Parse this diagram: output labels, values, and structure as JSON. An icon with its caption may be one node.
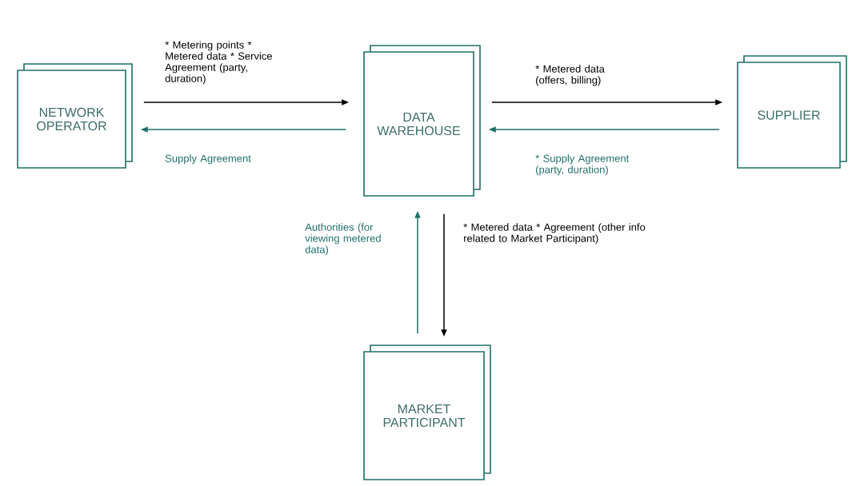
{
  "diagram": {
    "nodes": [
      {
        "text": [
          "NETWORK OPERATOR"
        ]
      },
      {
        "text": [
          "DATA WAREHOUSE"
        ]
      },
      {
        "text": [
          "SUPPLIER"
        ]
      },
      {
        "text": [
          "MARKET PARTICIPANT"
        ]
      }
    ],
    "edges": [
      {
        "from": 0,
        "to": 1,
        "arrow": "to",
        "label": "* Metering points * Metered data * Service Agreement (party, duration)"
      },
      {
        "from": 1,
        "to": 0,
        "arrow": "to",
        "label": "Supply Agreement",
        "color": "#1f6f68"
      },
      {
        "from": 1,
        "to": 2,
        "arrow": "to",
        "label": "* Metered data (offers, billing)"
      },
      {
        "from": 2,
        "to": 1,
        "arrow": "to",
        "label": "* Supply Agreement (party, duration)",
        "color": "#1f6f68"
      },
      {
        "from": 1,
        "to": 3,
        "arrow": "to",
        "label": "* Metered data * Agreement (other info related to Market Participant)"
      },
      {
        "from": 3,
        "to": 1,
        "arrow": "to",
        "label": "Authorities (for viewing metered data)",
        "color": "#1f6f68"
      }
    ]
  }
}
